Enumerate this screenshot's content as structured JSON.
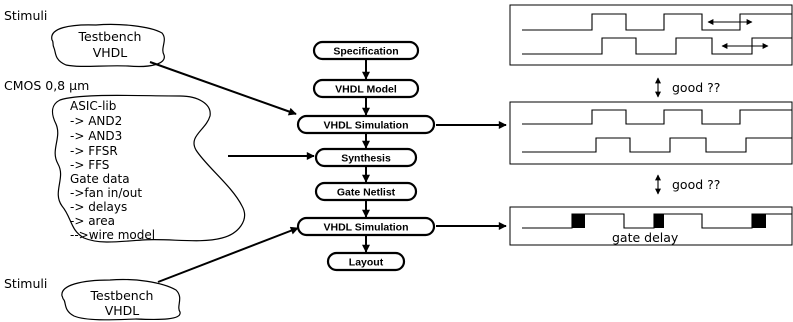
{
  "left": {
    "stimuli_top": "Stimuli",
    "testbench_top": [
      "Testbench",
      "VHDL"
    ],
    "cmos_label": "CMOS 0,8 µm",
    "lib_lines": [
      "ASIC-lib",
      "-> AND2",
      "-> AND3",
      "-> FFSR",
      "-> FFS",
      "Gate data",
      "->fan in/out",
      "-> delays",
      "-> area",
      "-->wire model"
    ],
    "stimuli_bottom": "Stimuli",
    "testbench_bottom": [
      "Testbench",
      "VHDL"
    ]
  },
  "flow": {
    "steps": [
      "Specification",
      "VHDL Model",
      "VHDL Simulation",
      "Synthesis",
      "Gate Netlist",
      "VHDL Simulation",
      "Layout"
    ]
  },
  "right": {
    "good1": "good ??",
    "good2": "good ??",
    "gate_delay": "gate delay"
  }
}
